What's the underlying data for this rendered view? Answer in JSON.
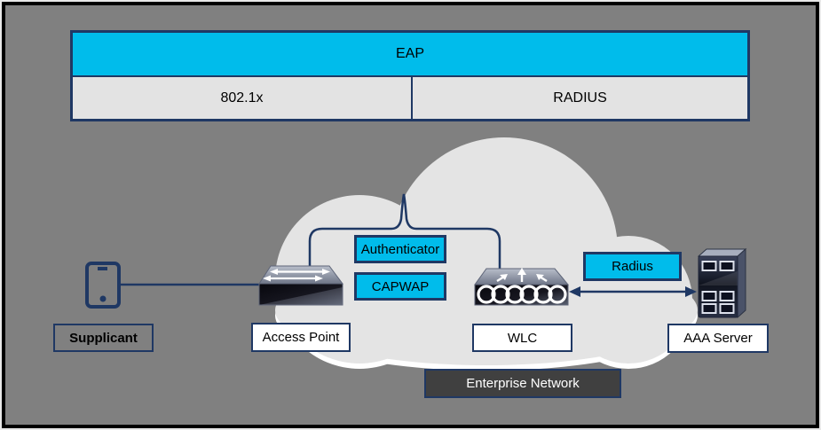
{
  "figure": {
    "protocol_stack": {
      "eap_label": "EAP",
      "dot1x_label": "802.1x",
      "radius_label": "RADIUS"
    },
    "link_tags": {
      "authenticator_label": "Authenticator",
      "capwap_label": "CAPWAP",
      "radius_label": "Radius"
    },
    "nodes": {
      "supplicant_label": "Supplicant",
      "access_point_label": "Access Point",
      "wlc_label": "WLC",
      "aaa_server_label": "AAA Server"
    },
    "cloud": {
      "name_label": "Enterprise Network"
    },
    "colors": {
      "background": "#808080",
      "cloud_fill": "#E4E4E4",
      "accent_cyan": "#00BCEB",
      "navy": "#1F3864",
      "table_row_gray": "#E3E3E3",
      "enterprise_fill": "#404040",
      "label_bg_white": "#FFFFFF"
    }
  }
}
